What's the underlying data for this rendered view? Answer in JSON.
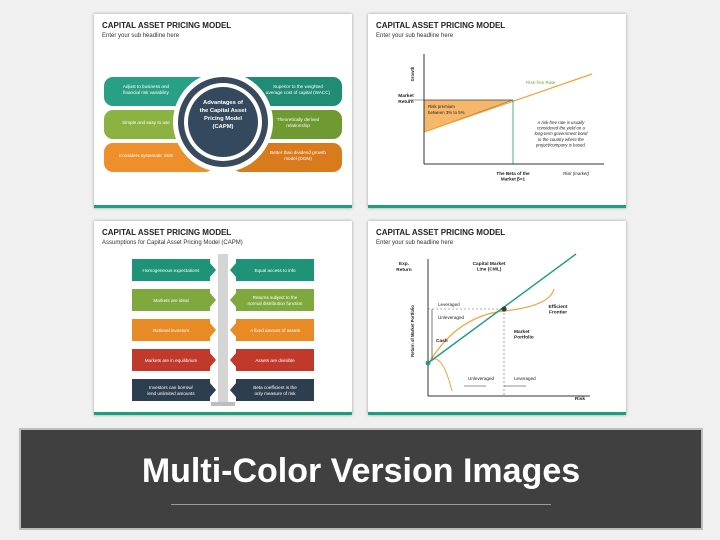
{
  "slide1": {
    "title": "CAPITAL ASSET PRICING MODEL",
    "subtitle": "Enter your sub headline here",
    "center": [
      "Advantages of",
      "the Capital Asset",
      "Pricing Model",
      "(CAPM)"
    ],
    "left": [
      {
        "lines": [
          "Adjust to business and",
          "financial risk variability"
        ],
        "color": "#28a085"
      },
      {
        "lines": [
          "Simple and easy to use"
        ],
        "color": "#8cb342"
      },
      {
        "lines": [
          "Considers systematic risks"
        ],
        "color": "#ef8f2b"
      }
    ],
    "right": [
      {
        "lines": [
          "Superior to the weighted",
          "average cost of capital (WACC)"
        ],
        "color": "#1f8c73"
      },
      {
        "lines": [
          "Theoretically derived",
          "relationship"
        ],
        "color": "#6f9a32"
      },
      {
        "lines": [
          "Better than dividend growth",
          "model (DGM)"
        ],
        "color": "#d97b1d"
      }
    ]
  },
  "slide2": {
    "title": "CAPITAL ASSET PRICING MODEL",
    "subtitle": "Enter your sub headline here",
    "y_axis": "Growth",
    "market_return": [
      "Market",
      "Return"
    ],
    "risk_premium": [
      "Risk premium",
      "between 3% to 5%"
    ],
    "risk_free_rate": "Risk-free Rate",
    "note": [
      "A risk-free rate is usually",
      "considered the yield on a",
      "long-term government bond",
      "in the country where the",
      "project/company is based."
    ],
    "beta_label": [
      "The Beta of the",
      "Market β=1"
    ],
    "x_axis": "Risk (market)"
  },
  "slide3": {
    "title": "CAPITAL ASSET PRICING MODEL",
    "subtitle": "Assumptions for Capital Asset Pricing Model (CAPM)",
    "rows": [
      {
        "left": [
          "Homogeneous expectations"
        ],
        "right": [
          "Equal access to info"
        ],
        "color": "#1f9377"
      },
      {
        "left": [
          "Markets are ideal"
        ],
        "right": [
          "Returns subject to the",
          "normal distribution function"
        ],
        "color": "#7fa93e"
      },
      {
        "left": [
          "Rational investors"
        ],
        "right": [
          "A fixed amount of assets"
        ],
        "color": "#e98b24"
      },
      {
        "left": [
          "Markets are in equilibrium"
        ],
        "right": [
          "Assets are divisible"
        ],
        "color": "#c0392b"
      },
      {
        "left": [
          "Investors can borrow/",
          "lend unlimited amounts"
        ],
        "right": [
          "Beta coefficient is the",
          "only measure of risk"
        ],
        "color": "#2d3e4e"
      }
    ]
  },
  "slide4": {
    "title": "CAPITAL ASSET PRICING MODEL",
    "subtitle": "Enter your sub headline here",
    "exp_return": [
      "Exp.",
      "Return"
    ],
    "y_axis": "Return of Market Portfolio",
    "cml": [
      "Capital Market",
      "Line (CML)"
    ],
    "efficient_frontier": [
      "Efficient",
      "Frontier"
    ],
    "market_portfolio": [
      "Market",
      "Portfolio"
    ],
    "leveraged": "Leveraged",
    "unleveraged": "Unleveraged",
    "cash": "Cash",
    "unleveraged_bottom": "Unleveraged",
    "leveraged_bottom": "Leveraged",
    "x_axis": "Risk"
  },
  "banner": {
    "text": "Multi-Color Version Images"
  }
}
